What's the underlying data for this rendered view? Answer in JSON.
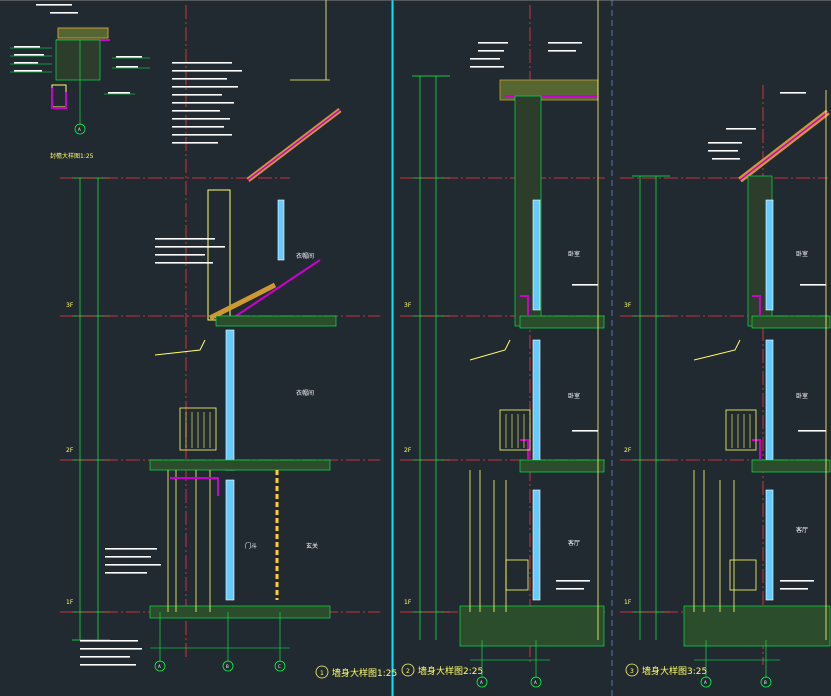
{
  "colors": {
    "background": "#222a31",
    "frame": "#00e5ff",
    "wall": "#ffff66",
    "dimension": "#00ff44",
    "axis": "#ff3344",
    "insulation": "#cc00cc",
    "glass": "#66ccff",
    "text": "#ffffff"
  },
  "panels": [
    {
      "title": "墙身大样图1:25",
      "number": "1",
      "detail_title": "封檐大样图1:25",
      "detail_axis": "A",
      "floor_levels": [
        {
          "label": "3F"
        },
        {
          "label": "2F"
        },
        {
          "label": "1F"
        }
      ],
      "room_labels": [
        "衣帽间",
        "衣帽间",
        "门斗",
        "玄关"
      ],
      "axis_bubbles": [
        "A",
        "B",
        "C"
      ]
    },
    {
      "title": "墙身大样图2:25",
      "number": "2",
      "floor_levels": [
        {
          "label": "3F"
        },
        {
          "label": "2F"
        },
        {
          "label": "1F"
        }
      ],
      "room_labels": [
        "卧室",
        "卧室",
        "客厅"
      ],
      "axis_bubbles": [
        "A",
        "A"
      ]
    },
    {
      "title": "墙身大样图3:25",
      "number": "3",
      "floor_levels": [
        {
          "label": "3F"
        },
        {
          "label": "2F"
        },
        {
          "label": "1F"
        }
      ],
      "room_labels": [
        "卧室",
        "卧室",
        "客厅"
      ],
      "axis_bubbles": [
        "A",
        "B"
      ]
    }
  ]
}
